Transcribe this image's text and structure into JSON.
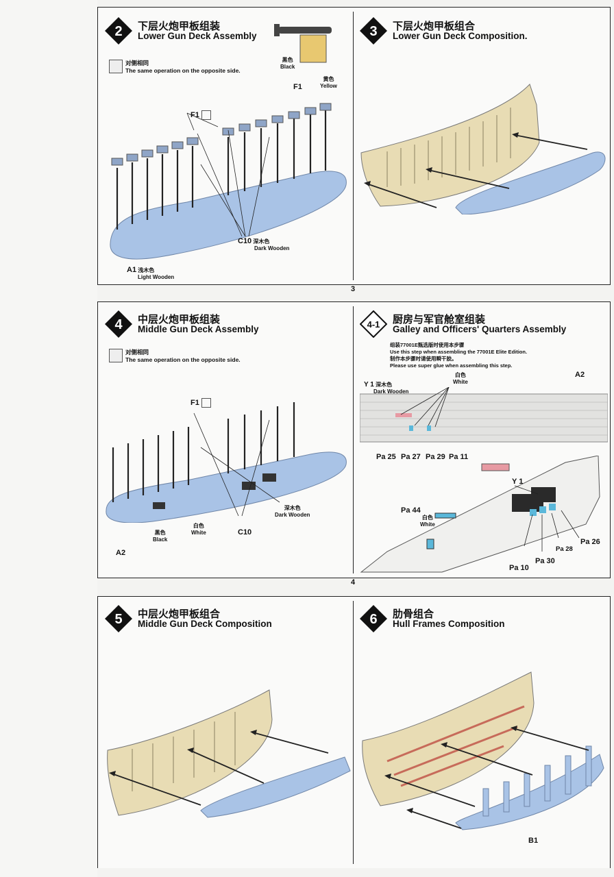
{
  "pages": [
    {
      "number": "3",
      "steps": [
        {
          "badge": "2",
          "title_cn": "下层火炮甲板组装",
          "title_en": "Lower Gun Deck Assembly",
          "note_cn": "对侧相同",
          "note_en": "The same operation on the opposite side.",
          "labels": {
            "f1": "F1",
            "f1_top": "F1",
            "black_cn": "黑色",
            "black_en": "Black",
            "yellow_cn": "黄色",
            "yellow_en": "Yellow",
            "c10": "C10",
            "dark_cn": "深木色",
            "dark_en": "Dark Wooden",
            "a1": "A1",
            "light_cn": "浅木色",
            "light_en": "Light Wooden"
          }
        },
        {
          "badge": "3",
          "title_cn": "下层火炮甲板组合",
          "title_en": "Lower Gun Deck Composition."
        }
      ]
    },
    {
      "number": "4",
      "steps": [
        {
          "badge": "4",
          "title_cn": "中层火炮甲板组装",
          "title_en": "Middle Gun Deck Assembly",
          "note_cn": "对侧相同",
          "note_en": "The same operation on the opposite side.",
          "labels": {
            "f1": "F1",
            "dark_cn": "深木色",
            "dark_en": "Dark Wooden",
            "white_cn": "白色",
            "white_en": "White",
            "black_cn": "黑色",
            "black_en": "Black",
            "c10": "C10",
            "a2": "A2"
          }
        },
        {
          "badge": "4-1",
          "title_cn": "厨房与军官舱室组装",
          "title_en": "Galley and Officers' Quarters Assembly",
          "info": [
            "组装77001E甄选版时使用本步骤",
            "Use this step when assembling the 77001E Elite Edition.",
            "制作本步骤时请使用瞬干胶。",
            "Please use super glue when assembling this step."
          ],
          "labels": {
            "y1": "Y 1",
            "dark_cn": "深木色",
            "dark_en": "Dark Wooden",
            "white_cn": "白色",
            "white_en": "White",
            "a2": "A2",
            "pa25": "Pa 25",
            "pa27": "Pa 27",
            "pa29": "Pa 29",
            "pa11": "Pa 11",
            "y1b": "Y 1",
            "pa44": "Pa 44",
            "white2_cn": "白色",
            "white2_en": "White",
            "pa26": "Pa 26",
            "pa28": "Pa 28",
            "pa30": "Pa 30",
            "pa10": "Pa 10"
          }
        }
      ]
    },
    {
      "number": "",
      "steps": [
        {
          "badge": "5",
          "title_cn": "中层火炮甲板组合",
          "title_en": "Middle Gun Deck Composition"
        },
        {
          "badge": "6",
          "title_cn": "肋骨组合",
          "title_en": "Hull Frames Composition",
          "labels": {
            "b1": "B1"
          }
        }
      ]
    }
  ],
  "colors": {
    "blue_part": "#a9c3e6",
    "hull": "#e8dcb4",
    "frame": "#222",
    "accent_red": "#c76b5a",
    "yellow": "#e8c870",
    "pink": "#e79aa3",
    "cyan": "#5bb8da"
  }
}
